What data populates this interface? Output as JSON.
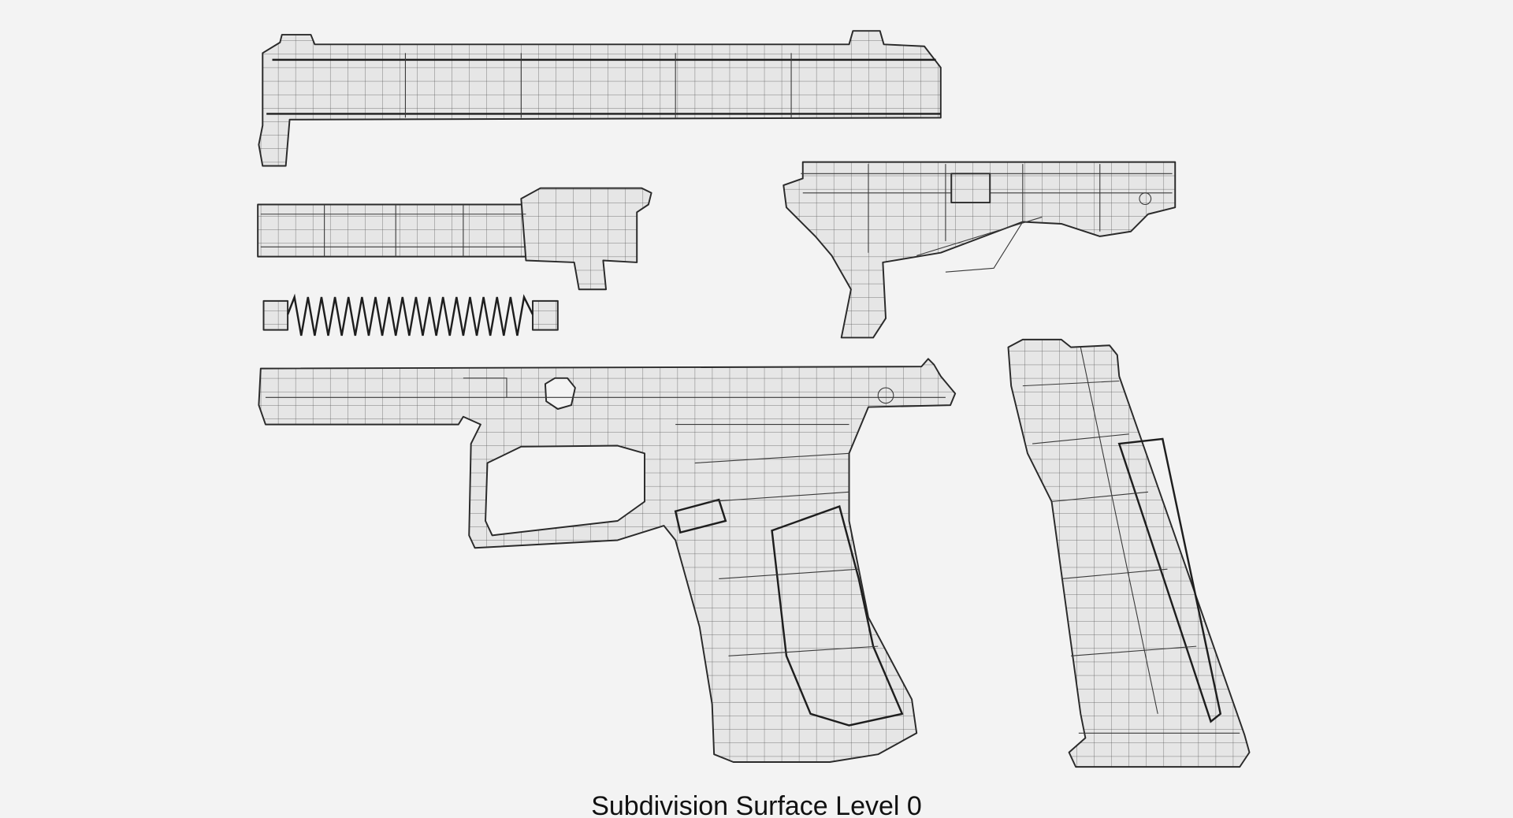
{
  "caption": "Subdivision Surface Level 0",
  "parts": [
    "slide",
    "barrel",
    "recoil-spring",
    "trigger-mechanism",
    "frame",
    "magazine"
  ],
  "colors": {
    "background": "#f3f3f3",
    "surface": "#e6e6e6",
    "wire": "#2a2a2a"
  }
}
